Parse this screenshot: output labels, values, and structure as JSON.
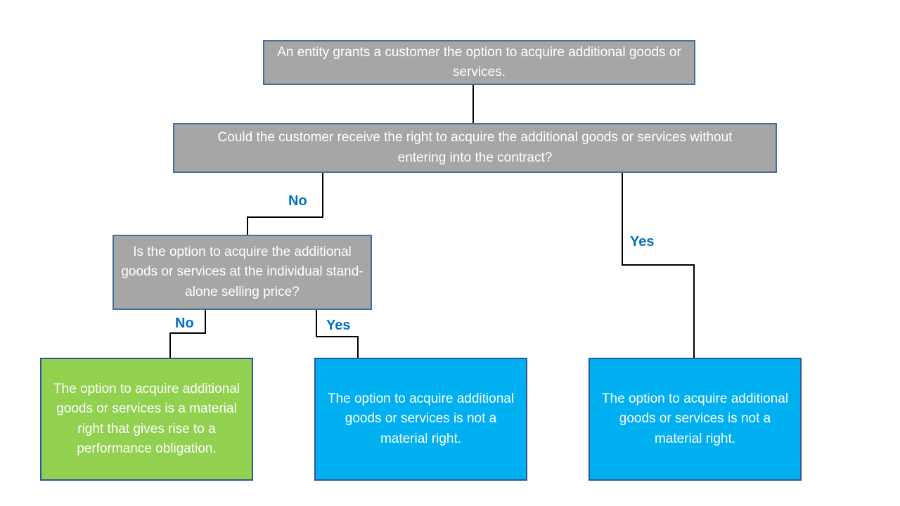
{
  "nodes": {
    "start": {
      "text": "An entity grants a customer the option to acquire additional goods or services."
    },
    "q1": {
      "text": "Could the customer receive the right to acquire the additional goods or services without entering into the contract?"
    },
    "q2": {
      "text": "Is the option to acquire the additional goods or services at the individual stand-alone selling price?"
    },
    "outcome_material_right": {
      "text": "The option to acquire additional goods or services is a material right that gives rise to a performance obligation."
    },
    "outcome_not_material_mid": {
      "text": "The option to acquire additional goods or services is not a material right."
    },
    "outcome_not_material_right": {
      "text": "The option to acquire additional goods or services is not a material right."
    }
  },
  "labels": {
    "q1_no": "No",
    "q1_yes": "Yes",
    "q2_no": "No",
    "q2_yes": "Yes"
  },
  "colors": {
    "question_fill": "#a6a6a6",
    "question_border": "#41719c",
    "positive_fill": "#92d050",
    "negative_fill": "#00b0f0",
    "outcome_border": "#2f5597",
    "connector": "#000000",
    "label_text": "#0070c0",
    "box_text": "#ffffff"
  }
}
